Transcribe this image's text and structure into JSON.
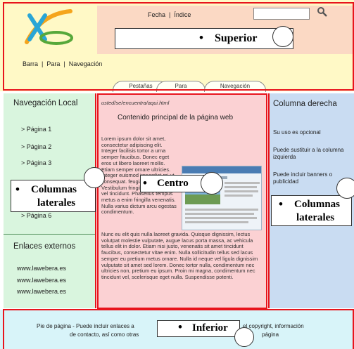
{
  "header": {
    "links": "Fecha  |  Índice",
    "breadcrumb": "Barra  |  Para  |  Navegación",
    "search_placeholder": "",
    "search_icon": "magnifier-icon",
    "tabs": [
      "Pestañas",
      "Para",
      "Navegación"
    ]
  },
  "sidebar": {
    "title": "Navegación Local",
    "items": [
      "> Página 1",
      "> Página 2",
      "> Página 3",
      "> Página 6"
    ],
    "external_title": "Enlaces externos",
    "external_links": [
      "www.lawebera.es",
      "www.lawebera.es",
      "www.lawebera.es"
    ]
  },
  "content": {
    "url": "usted/se/encuentra/aqui.html",
    "title": "Contenido principal de la página web",
    "body_top": "Lorem ipsum dolor sit amet, consectetur adipiscing elit. Integer facilisis tortor a urna semper faucibus. Donec eget eros ut libero laoreet mollis. Etiam semper ornare ultricies. Integer euismod imperdiet mi ut consequat. feugiat ullamco. Vestibulum fringilla tempus ante vel tincidunt. Phasellus tempus metus a enim fringilla venenatis. Nulla varius dictum arcu egestas condimentum.",
    "body_bottom": "Nunc eu elit quis nulla laoreet gravida. Quisque dignissim, lectus volutpat molestie vulputate, augue lacus porta massa, ac vehicula tellus elit in dolor. Etiam nisi justo, venenatis sit amet tincidunt faucibus, consectetur vitae enim. Nulla sollicitudin tellus sed lacus semper eu pretium metus ornare. Nulla id neque vel ligula dignissim vulputate sit amet sed lorem. Donec tortor nulla, condimentum nec ultricies non, pretium eu ipsum. Proin mi magna, condimentum nec tincidunt vel, scelerisque eget nulla. Suspendisse potenti."
  },
  "right": {
    "title": "Columna derecha",
    "lines": [
      "Su uso es opcional",
      "Puede sustituir a la columna izquierda",
      "Puede incluir banners o publicidad"
    ]
  },
  "footer": {
    "line1_left": "Pie de página - Puede incluir enlaces a",
    "line1_right": "el copyright, información",
    "line2_left": "de contacto, así como otras",
    "line2_right": "página"
  },
  "annotations": {
    "superior": "Superior",
    "centro": "Centro",
    "inferior": "Inferior",
    "laterales_left_1": "Columnas",
    "laterales_left_2": "laterales",
    "laterales_right_1": "Columnas",
    "laterales_right_2": "laterales",
    "bullet": "•"
  },
  "colors": {
    "header_bg": "#fff9c6",
    "header_top_bg": "#fbd9c4",
    "left_bg": "#d9f5de",
    "center_bg": "#fbd1d3",
    "right_bg": "#c9dcf2",
    "footer_bg": "#d8f4f9",
    "frame_red": "#e8141c"
  }
}
